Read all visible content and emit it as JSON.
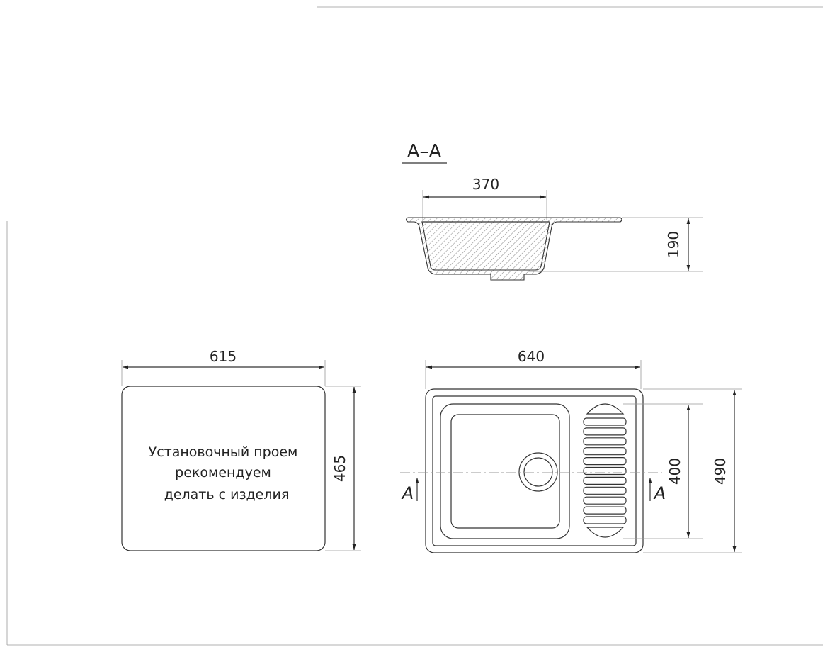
{
  "section": {
    "title": "A–A",
    "width_dim": "370",
    "depth_dim": "190"
  },
  "cutout": {
    "width_dim": "615",
    "height_dim": "465",
    "note_lines": [
      "Установочный проем",
      "рекомендуем",
      "делать с изделия"
    ]
  },
  "sink": {
    "width_dim": "640",
    "bowl_height_dim": "400",
    "height_dim": "490",
    "section_mark_left": "A",
    "section_mark_right": "A",
    "drainer_ribs": 11
  }
}
